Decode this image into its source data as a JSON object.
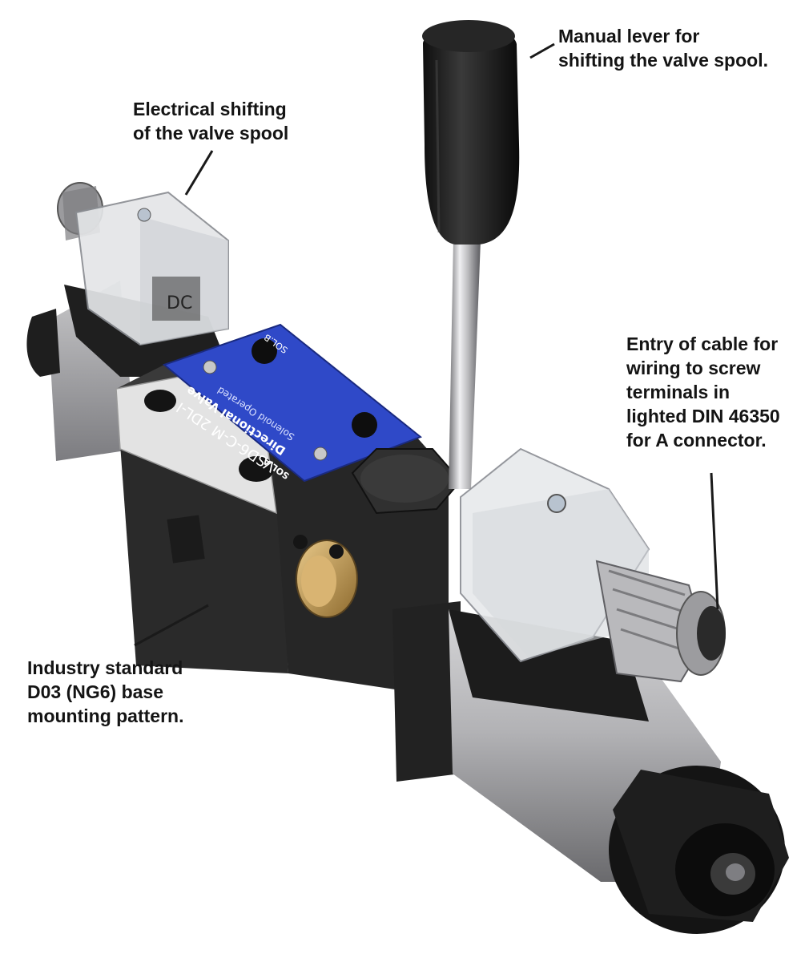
{
  "annotations": {
    "manual_lever": [
      "Manual lever for",
      "shifting the valve spool."
    ],
    "electrical_shifting": [
      "Electrical shifting",
      "of the valve spool"
    ],
    "cable_entry": [
      "Entry of cable for",
      "wiring to screw",
      "terminals in",
      "lighted DIN 46350",
      "for A connector."
    ],
    "base_pattern": [
      "Industry standard",
      "D03 (NG6) base",
      "mounting pattern."
    ]
  },
  "valve_plate": {
    "model": "VSD6-C-M 2DL-I",
    "line1": "Directional Valve",
    "line2": "Solenoid Operated",
    "sol_b": "SOL.B",
    "sol_a": "SOL.A"
  },
  "coil_label": "DC",
  "colors": {
    "plate_blue": "#2f49c8",
    "body_dark": "#2a2a2a",
    "coil_grey": "#a9a9ac",
    "text": "#141414",
    "background": "#ffffff"
  }
}
